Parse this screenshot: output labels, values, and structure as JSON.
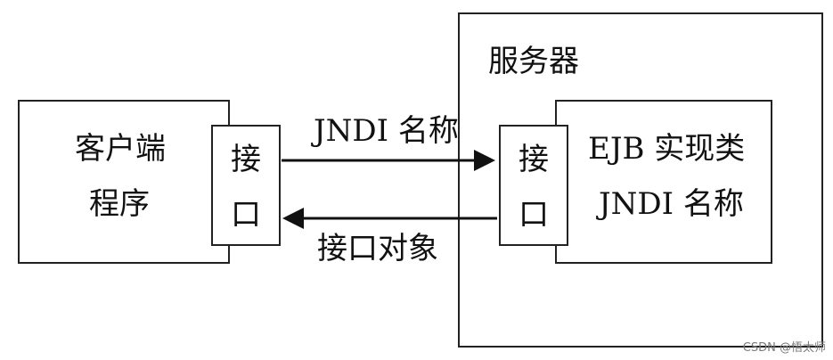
{
  "server": {
    "title": "服务器"
  },
  "client": {
    "line1": "客户端",
    "line2": "程序"
  },
  "client_interface": {
    "char1": "接",
    "char2": "口"
  },
  "server_interface": {
    "char1": "接",
    "char2": "口"
  },
  "ejb": {
    "line1": "EJB 实现类",
    "line2": "JNDI 名称"
  },
  "arrows": {
    "request_label": "JNDI 名称",
    "response_label": "接口对象"
  },
  "watermark": "CSDN @悟太师"
}
